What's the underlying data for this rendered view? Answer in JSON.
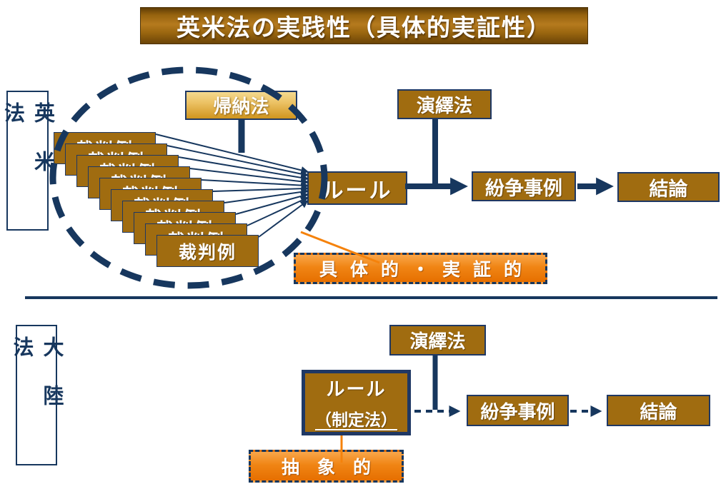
{
  "title": "英米法の実践性（具体的実証性）",
  "colors": {
    "navy": "#17375E",
    "box_brown": "#A06C10",
    "orange_accent": "#F08514",
    "gold_gradient": "#ECC264"
  },
  "anglo_section": {
    "side_label": "英米法",
    "induction_box": "帰納法",
    "deduction_box": "演繹法",
    "precedent_box": "裁判例",
    "precedent_count": 10,
    "rule_box": "ルール",
    "dispute_box": "紛争事例",
    "conclusion_box": "結論",
    "tag_box": "具体的・実証的"
  },
  "continental_section": {
    "side_label": "大陸法",
    "deduction_box": "演繹法",
    "rule_box_line1": "ルール",
    "rule_box_line2": "（制定法）",
    "dispute_box": "紛争事例",
    "conclusion_box": "結論",
    "tag_box": "抽象的"
  }
}
